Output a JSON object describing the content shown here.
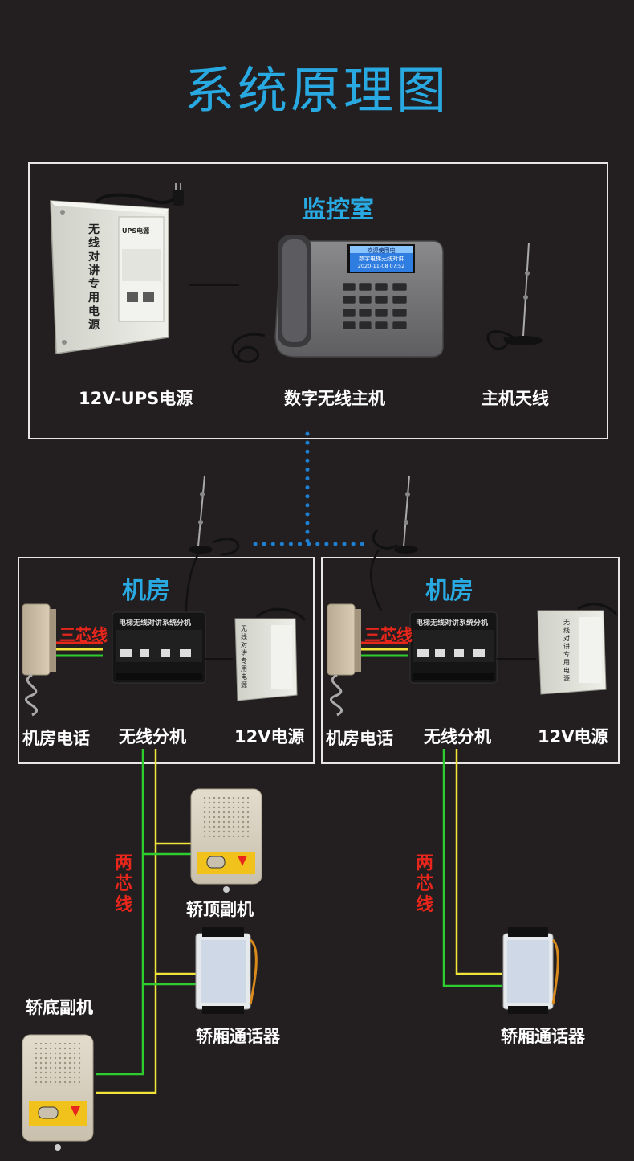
{
  "title": "系统原理图",
  "monitor_room": {
    "label": "监控室",
    "ups_label": "12V-UPS电源",
    "host_label": "数字无线主机",
    "antenna_label": "主机天线",
    "ups_device_text": "UPS电源",
    "ups_device_side": "无线对讲专用电源",
    "screen_line1": "欢迎使用电",
    "screen_line2": "数字电梯无线对讲",
    "screen_line3": "2020-11-08 07:52"
  },
  "machine_rooms": [
    {
      "label": "机房",
      "phone_label": "机房电话",
      "unit_label": "无线分机",
      "power_label": "12V电源",
      "wire_label": "三芯线",
      "unit_panel_text": "电梯无线对讲系统分机",
      "power_device_side": "无线对讲专用电源"
    },
    {
      "label": "机房",
      "phone_label": "机房电话",
      "unit_label": "无线分机",
      "power_label": "12V电源",
      "wire_label": "三芯线",
      "unit_panel_text": "电梯无线对讲系统分机",
      "power_device_side": "无线对讲专用电源"
    }
  ],
  "lower_left": {
    "two_core_label": "两芯线",
    "car_top_label": "轿顶副机",
    "car_bottom_label": "轿底副机",
    "intercom_label": "轿厢通话器"
  },
  "lower_right": {
    "two_core_label": "两芯线",
    "intercom_label": "轿厢通话器"
  },
  "colors": {
    "title": "#29a9e1",
    "background": "#231f20",
    "dotted_link": "#1f7fd0",
    "wire_green": "#2ecc2e",
    "wire_yellow": "#f2e33a",
    "wire_red": "#e8261b",
    "label_red": "#e8261b"
  }
}
